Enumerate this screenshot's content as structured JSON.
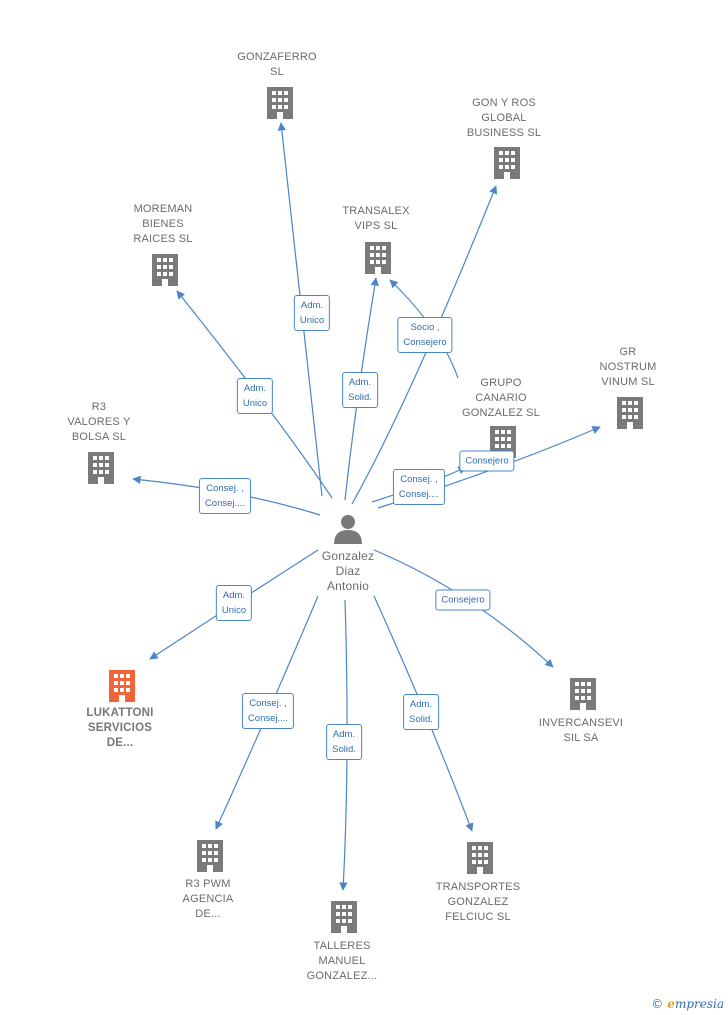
{
  "colors": {
    "edge": "#4a86c8",
    "building": "#7a7a7a",
    "building_highlight": "#f0663a",
    "person": "#7a7a7a"
  },
  "center": {
    "id": "gda",
    "label": "Gonzalez\nDiaz\nAntonio",
    "icon": "person-icon"
  },
  "nodes": [
    {
      "id": "gonzaferro",
      "label": "GONZAFERRO\nSL",
      "icon": "building-icon"
    },
    {
      "id": "gonros",
      "label": "GON Y ROS\nGLOBAL\nBUSINESS  SL",
      "icon": "building-icon"
    },
    {
      "id": "moreman",
      "label": "MOREMAN\nBIENES\nRAICES SL",
      "icon": "building-icon"
    },
    {
      "id": "transalex",
      "label": "TRANSALEX\nVIPS SL",
      "icon": "building-icon"
    },
    {
      "id": "grnostrum",
      "label": "GR\nNOSTRUM\nVINUM  SL",
      "icon": "building-icon"
    },
    {
      "id": "grupocanario",
      "label": "GRUPO\nCANARIO\nGONZALEZ  SL",
      "icon": "building-icon"
    },
    {
      "id": "r3valores",
      "label": "R3\nVALORES Y\nBOLSA SL",
      "icon": "building-icon"
    },
    {
      "id": "lukattoni",
      "label": "LUKATTONI\nSERVICIOS\nDE...",
      "icon": "building-icon",
      "highlight": true
    },
    {
      "id": "invercansevi",
      "label": "INVERCANSEVI\nSIL SA",
      "icon": "building-icon"
    },
    {
      "id": "r3pwm",
      "label": "R3 PWM\nAGENCIA\nDE...",
      "icon": "building-icon"
    },
    {
      "id": "talleres",
      "label": "TALLERES\nMANUEL\nGONZALEZ...",
      "icon": "building-icon"
    },
    {
      "id": "transportes",
      "label": "TRANSPORTES\nGONZALEZ\nFELCIUC SL",
      "icon": "building-icon"
    }
  ],
  "edges": [
    {
      "id": "e-gonzaferro",
      "label": "Adm.\nUnico"
    },
    {
      "id": "e-gonros",
      "label": "Socio ,\nConsejero"
    },
    {
      "id": "e-moreman",
      "label": "Adm.\nUnico"
    },
    {
      "id": "e-transalex",
      "label": "Adm.\nSolid."
    },
    {
      "id": "e-grnostrum",
      "label": "Consejero"
    },
    {
      "id": "e-grupocanario",
      "label": "Consej. ,\nConsej...."
    },
    {
      "id": "e-r3valores",
      "label": "Consej. ,\nConsej...."
    },
    {
      "id": "e-lukattoni",
      "label": "Adm.\nUnico"
    },
    {
      "id": "e-invercansevi",
      "label": "Consejero"
    },
    {
      "id": "e-r3pwm",
      "label": "Consej. ,\nConsej...."
    },
    {
      "id": "e-talleres",
      "label": "Adm.\nSolid."
    },
    {
      "id": "e-transportes",
      "label": "Adm.\nSolid."
    }
  ],
  "brand": {
    "copyright": "©",
    "first_letter": "e",
    "rest": "mpresia"
  }
}
